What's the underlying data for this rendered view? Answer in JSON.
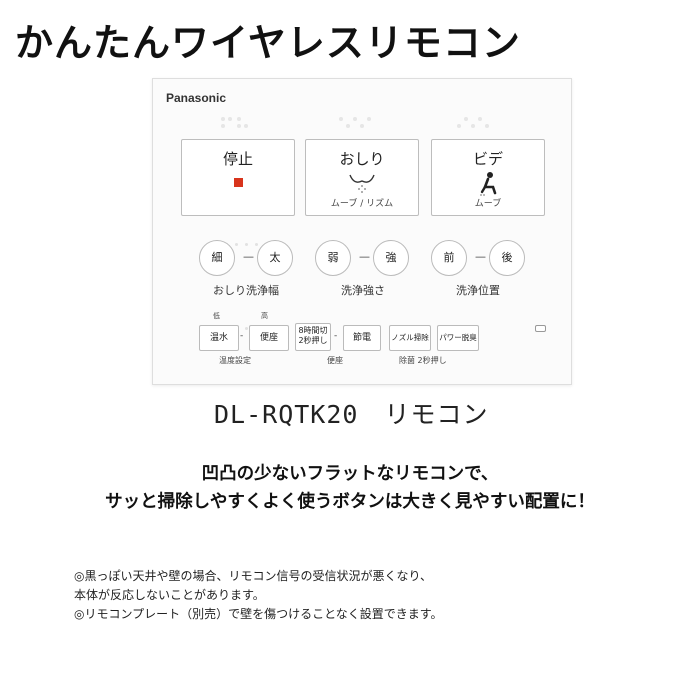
{
  "headline": "かんたんワイヤレスリモコン",
  "remote": {
    "brand": "Panasonic",
    "big_buttons": {
      "stop": {
        "label": "停止",
        "sub": ""
      },
      "oshiri": {
        "label": "おしり",
        "sub": "ムーブ / リズム"
      },
      "bidet": {
        "label": "ビデ",
        "sub": "ムーブ"
      }
    },
    "groups": {
      "width": {
        "left": "細",
        "right": "太",
        "label": "おしり洗浄幅"
      },
      "strength": {
        "left": "弱",
        "right": "強",
        "label": "洗浄強さ"
      },
      "position": {
        "left": "前",
        "right": "後",
        "label": "洗浄位置"
      }
    },
    "bottom": {
      "low": "低",
      "high": "高",
      "water_temp": "温水",
      "seat": "便座",
      "temp_label": "温度設定",
      "timer_line1": "8時間切",
      "timer_line2": "2秒押し",
      "power_save": "節電",
      "seat_label": "便座",
      "nozzle_clean": "ノズル掃除",
      "power_deodor": "パワー脱臭",
      "sterilize_label": "除菌 2秒押し"
    },
    "colors": {
      "stop_indicator": "#d8341c"
    }
  },
  "model_caption": "DL-RQTK20　リモコン",
  "tagline": {
    "line1": "凹凸の少ないフラットなリモコンで、",
    "line2": "サッと掃除しやすくよく使うボタンは大きく見やすい配置に！"
  },
  "notes": {
    "line1": "◎黒っぽい天井や壁の場合、リモコン信号の受信状況が悪くなり、",
    "line2": "本体が反応しないことがあります。",
    "line3": "◎リモコンプレート（別売）で壁を傷つけることなく設置できます。"
  }
}
